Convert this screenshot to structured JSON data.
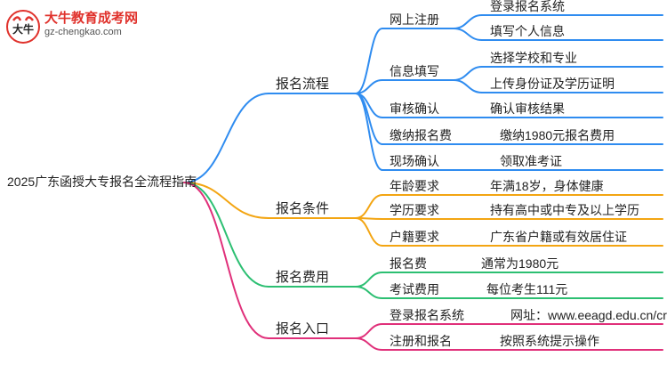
{
  "logo": {
    "title": "大牛教育成考网",
    "url": "gz-chengkao.com",
    "mark_text": "大牛"
  },
  "root": {
    "label": "2025广东函授大专报名全流程指南"
  },
  "branches": [
    {
      "label": "报名流程",
      "color": "#2f8cf0",
      "children": [
        {
          "label": "网上注册",
          "leaves": [
            "登录报名系统",
            "填写个人信息"
          ]
        },
        {
          "label": "信息填写",
          "leaves": [
            "选择学校和专业",
            "上传身份证及学历证明"
          ]
        },
        {
          "label": "审核确认",
          "leaves": [
            "确认审核结果"
          ]
        },
        {
          "label": "缴纳报名费",
          "leaves": [
            "缴纳1980元报名费用"
          ]
        },
        {
          "label": "现场确认",
          "leaves": [
            "领取准考证"
          ]
        }
      ]
    },
    {
      "label": "报名条件",
      "color": "#f3a512",
      "children": [
        {
          "label": "年龄要求",
          "leaves": [
            "年满18岁，身体健康"
          ]
        },
        {
          "label": "学历要求",
          "leaves": [
            "持有高中或中专及以上学历"
          ]
        },
        {
          "label": "户籍要求",
          "leaves": [
            "广东省户籍或有效居住证"
          ]
        }
      ]
    },
    {
      "label": "报名费用",
      "color": "#2cbf72",
      "children": [
        {
          "label": "报名费",
          "leaves": [
            "通常为1980元"
          ]
        },
        {
          "label": "考试费用",
          "leaves": [
            "每位考生111元"
          ]
        }
      ]
    },
    {
      "label": "报名入口",
      "color": "#e0307a",
      "children": [
        {
          "label": "登录报名系统",
          "leaves": [
            "网址：www.eeagd.edu.cn/cr"
          ]
        },
        {
          "label": "注册和报名",
          "leaves": [
            "按照系统提示操作"
          ]
        }
      ]
    }
  ]
}
